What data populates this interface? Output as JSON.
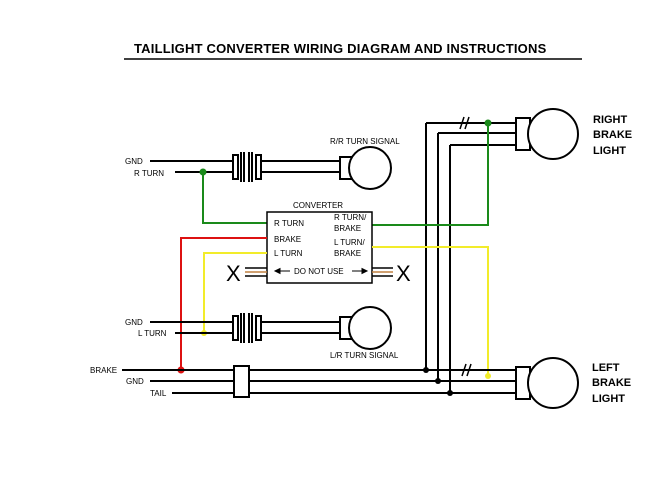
{
  "title": "TAILLIGHT CONVERTER WIRING DIAGRAM AND INSTRUCTIONS",
  "colors": {
    "wire": "#000000",
    "green": "#1a8a1a",
    "red": "#dd1111",
    "yellow": "#f2ec2a",
    "junction_green": "#1a8a1a",
    "junction_red": "#dd1111"
  },
  "right_brake_light": {
    "line1": "RIGHT",
    "line2": "BRAKE",
    "line3": "LIGHT"
  },
  "left_brake_light": {
    "line1": "LEFT",
    "line2": "BRAKE",
    "line3": "LIGHT"
  },
  "rr_turn_signal": "R/R TURN SIGNAL",
  "lr_turn_signal": "L/R TURN SIGNAL",
  "upper_connector": {
    "gnd": "GND",
    "r_turn": "R TURN"
  },
  "lower_connector": {
    "gnd": "GND",
    "l_turn": "L TURN"
  },
  "main_harness": {
    "brake": "BRAKE",
    "gnd": "GND",
    "tail": "TAIL"
  },
  "converter": {
    "label": "CONVERTER",
    "r_turn": "R TURN",
    "brake": "BRAKE",
    "l_turn": "L TURN",
    "r_turn_brake_1": "R TURN/",
    "r_turn_brake_2": "BRAKE",
    "l_turn_brake_1": "L TURN/",
    "l_turn_brake_2": "BRAKE",
    "do_not_use": "DO NOT USE"
  },
  "x_marks": {
    "left": "X",
    "right": "X"
  },
  "break_marks": {
    "top": "//",
    "bottom": "//"
  }
}
